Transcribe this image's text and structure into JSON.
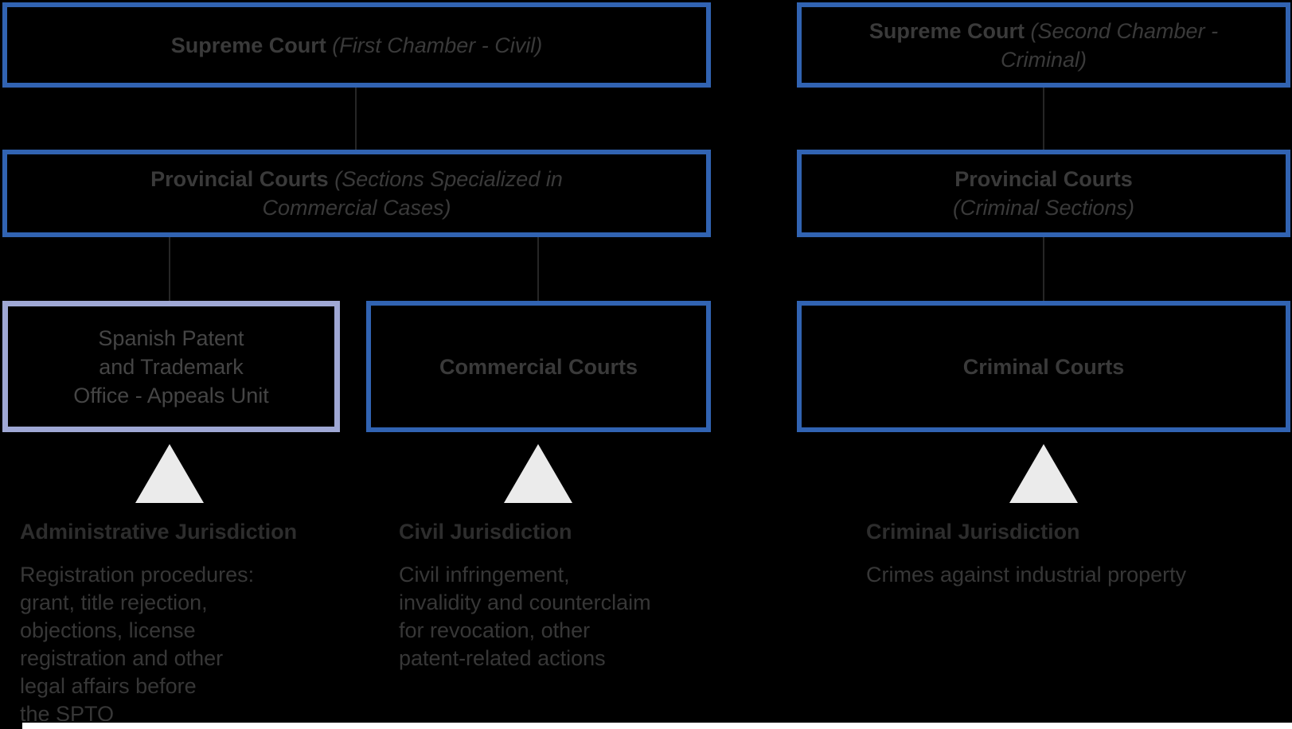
{
  "colors": {
    "background": "#000000",
    "box_border": "#3163B2",
    "box_border_light": "#9FA8D5",
    "connector": "#262626",
    "triangle": "#EBEBEB",
    "box_text": "#3A3A3A",
    "heading_text": "#2D2D2D",
    "body_text": "#373737",
    "bottom_strip": "#FFFFFF"
  },
  "boxes": {
    "supreme_civil": {
      "lines": [
        [
          {
            "style": "bold",
            "text": "Supreme Court"
          },
          {
            "style": "italic",
            "text": " (First Chamber - Civil)"
          }
        ]
      ]
    },
    "supreme_criminal": {
      "lines": [
        [
          {
            "style": "bold",
            "text": "Supreme Court"
          },
          {
            "style": "italic",
            "text": " (Second Chamber -"
          }
        ],
        [
          {
            "style": "italic",
            "text": "Criminal)"
          }
        ]
      ]
    },
    "provincial_commercial": {
      "lines": [
        [
          {
            "style": "bold",
            "text": "Provincial Courts"
          },
          {
            "style": "italic",
            "text": " (Sections Specialized in"
          }
        ],
        [
          {
            "style": "italic",
            "text": "Commercial Cases)"
          }
        ]
      ]
    },
    "provincial_criminal": {
      "lines": [
        [
          {
            "style": "bold",
            "text": "Provincial Courts"
          }
        ],
        [
          {
            "style": "italic",
            "text": "(Criminal Sections)"
          }
        ]
      ]
    },
    "spto": {
      "lines": [
        [
          {
            "style": "regular",
            "text": "Spanish Patent"
          }
        ],
        [
          {
            "style": "regular",
            "text": "and Trademark"
          }
        ],
        [
          {
            "style": "regular",
            "text": "Office - Appeals Unit"
          }
        ]
      ]
    },
    "commercial_courts": {
      "lines": [
        [
          {
            "style": "bold",
            "text": "Commercial Courts"
          }
        ]
      ]
    },
    "criminal_courts": {
      "lines": [
        [
          {
            "style": "bold",
            "text": "Criminal Courts"
          }
        ]
      ]
    }
  },
  "jurisdictions": {
    "administrative": {
      "heading": "Administrative Jurisdiction",
      "body_lines": [
        "Registration procedures:",
        "grant, title rejection,",
        "objections, license",
        "registration and other",
        "legal affairs before",
        "the SPTO"
      ]
    },
    "civil": {
      "heading": "Civil Jurisdiction",
      "body_lines": [
        "Civil infringement,",
        "invalidity and counterclaim",
        "for revocation, other",
        "patent-related actions"
      ]
    },
    "criminal": {
      "heading": "Criminal Jurisdiction",
      "body_lines": [
        "Crimes against industrial property"
      ]
    }
  }
}
